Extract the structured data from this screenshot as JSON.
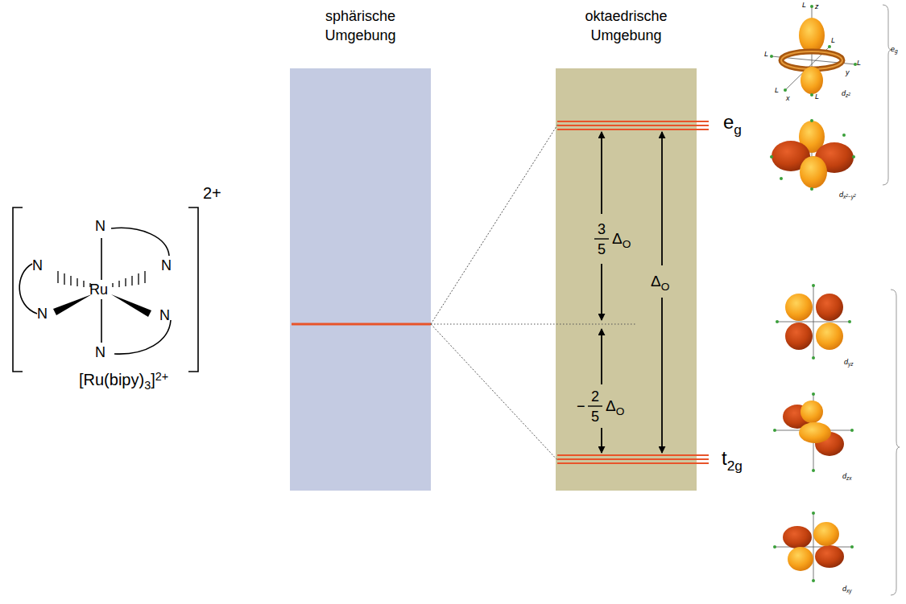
{
  "diagram": {
    "nodes": [
      {
        "text": [
          "sphärische Umgebung"
        ]
      },
      {
        "text": [
          "oktaedrische Umgebung"
        ]
      }
    ],
    "labels": [
      "N",
      "N",
      "N",
      "Ru",
      "N",
      "N",
      "N",
      "2+",
      "[Ru(bipy)",
      "3",
      "]",
      "2+",
      "e",
      "g",
      "t",
      "2g",
      "3",
      "5",
      "Δ",
      "O",
      "Δ",
      "O",
      "−",
      "2",
      "5",
      "Δ",
      "O",
      "L",
      "z",
      "L",
      "L",
      "L",
      "y",
      "L",
      "x",
      "L",
      "d",
      "z",
      "2",
      "e",
      "g",
      "d",
      "x",
      "2",
      "−y",
      "2",
      "d",
      "yz",
      "d",
      "zx",
      "d",
      "xy"
    ]
  }
}
